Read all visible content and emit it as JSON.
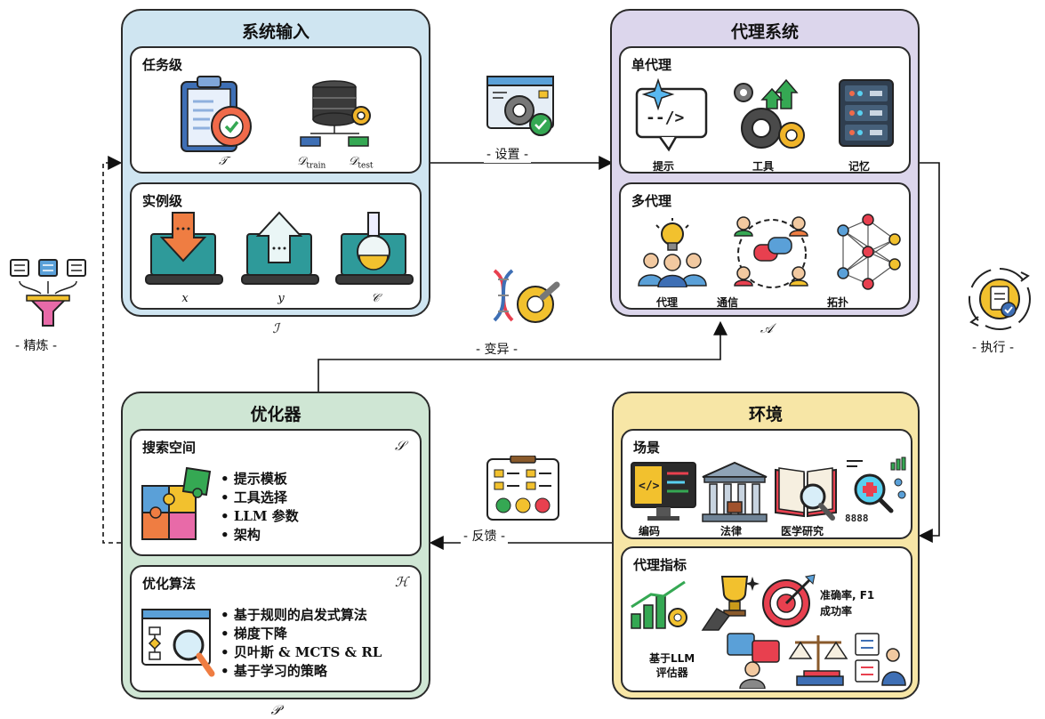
{
  "system_input": {
    "title": "系统输入",
    "task_level": {
      "title": "任务级",
      "sym_t": "𝒯",
      "sym_dtrain": "𝒟",
      "sub_train": "train",
      "sym_dtest": "𝒟",
      "sub_test": "test"
    },
    "instance_level": {
      "title": "实例级",
      "x": "x",
      "y": "y",
      "c": "𝒞"
    },
    "symbol": "ℐ"
  },
  "agent_system": {
    "title": "代理系统",
    "single": {
      "title": "单代理",
      "prompt": "提示",
      "tools": "工具",
      "memory": "记忆"
    },
    "multi": {
      "title": "多代理",
      "agent": "代理",
      "comm": "通信",
      "topology": "拓扑"
    },
    "symbol": "𝒜"
  },
  "optimizer": {
    "title": "优化器",
    "search_space": {
      "title": "搜索空间",
      "symbol": "𝒮",
      "items": [
        "提示模板",
        "工具选择",
        "LLM 参数",
        "架构"
      ]
    },
    "algorithms": {
      "title": "优化算法",
      "symbol": "ℋ",
      "items": [
        "基于规则的启发式算法",
        "梯度下降",
        "贝叶斯 & MCTS & RL",
        "基于学习的策略"
      ]
    },
    "symbol": "𝒫"
  },
  "environment": {
    "title": "环境",
    "scenarios": {
      "title": "场景",
      "coding": "编码",
      "law": "法律",
      "medical": "医学研究"
    },
    "metrics": {
      "title": "代理指标",
      "acc": "准确率, F1",
      "success": "成功率",
      "evaluator_1": "基于LLM",
      "evaluator_2": "评估器"
    }
  },
  "edges": {
    "setup": "- 设置 -",
    "mutate": "- 变异 -",
    "feedback": "- 反馈 -",
    "refine": "- 精炼 -",
    "execute": "- 执行 -"
  },
  "colors": {
    "blue": "#cfe5f1",
    "purple": "#dcd6ec",
    "green": "#cfe6d4",
    "yellow": "#f7e6a6"
  }
}
